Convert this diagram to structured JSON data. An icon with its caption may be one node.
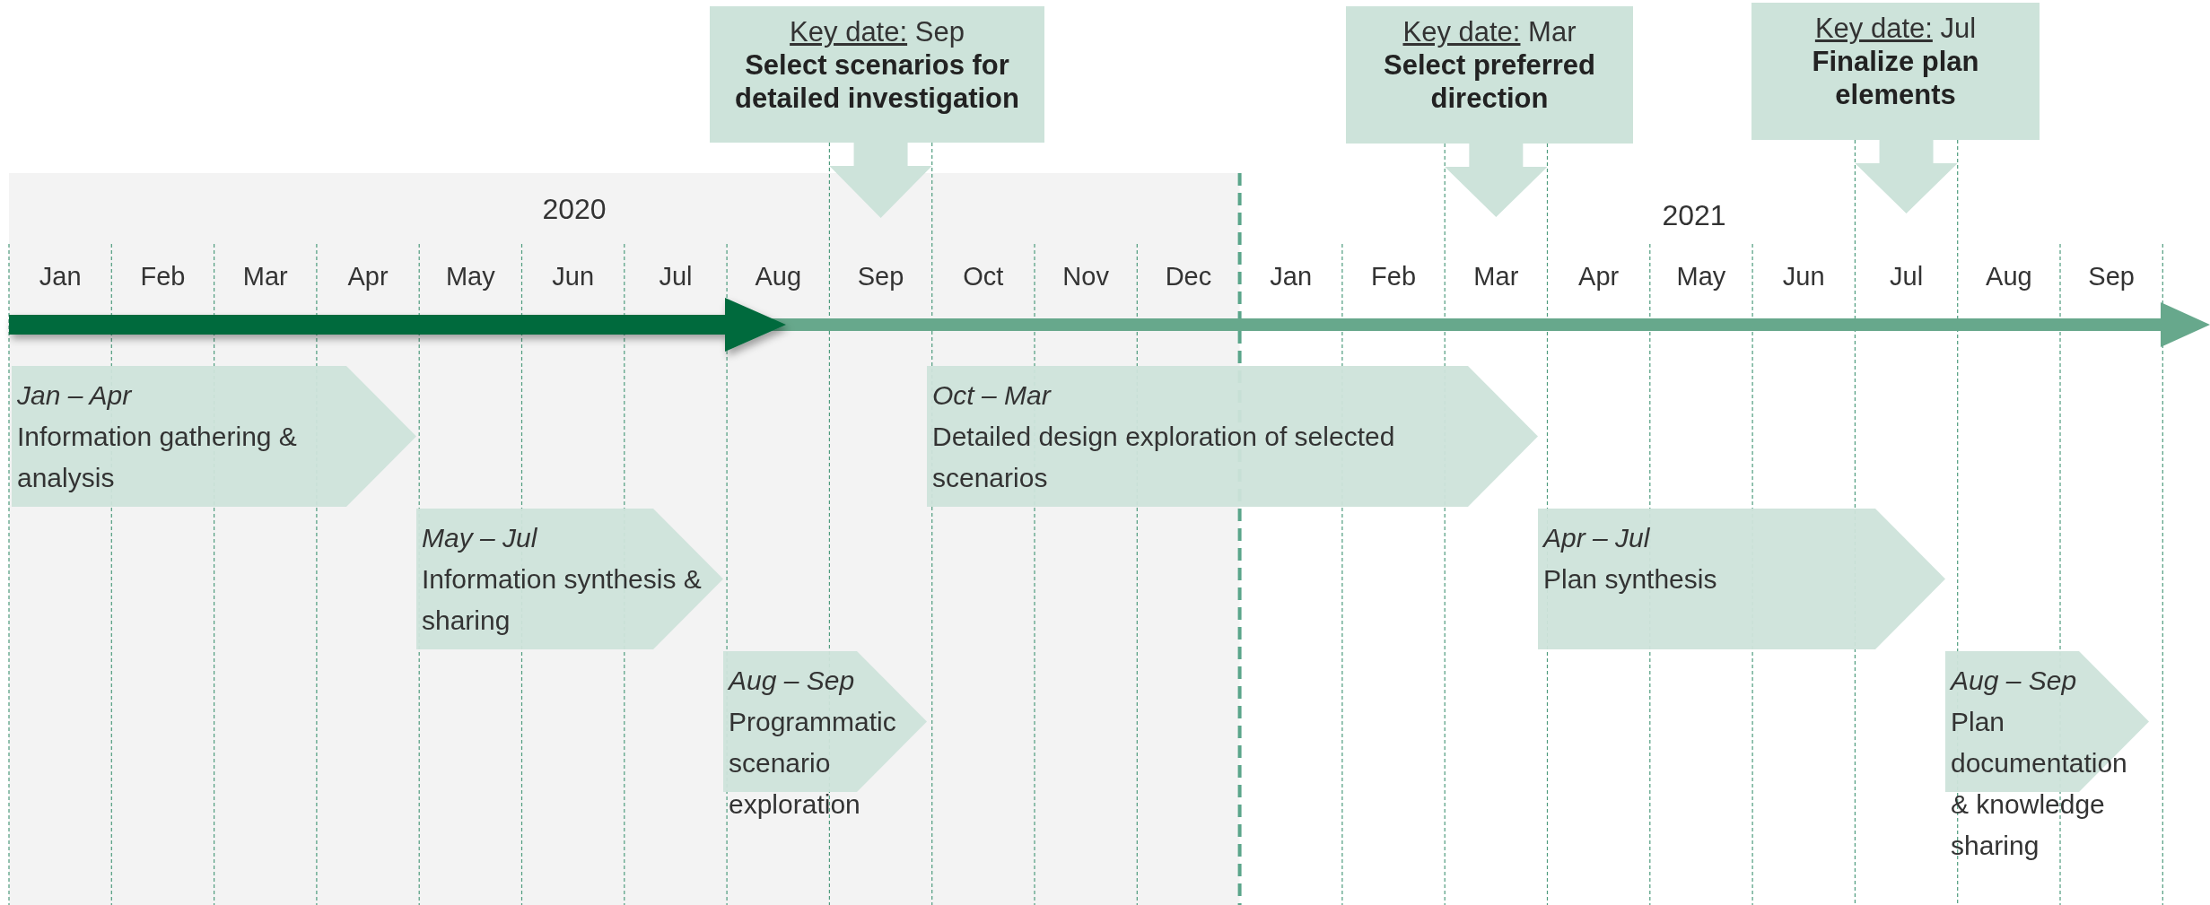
{
  "diagram": {
    "nodes": [
      {
        "text": [
          "Key date:",
          "Sep",
          "Select scenarios for detailed investigation"
        ]
      },
      {
        "text": [
          "Key date:",
          "Mar",
          "Select preferred direction"
        ]
      },
      {
        "text": [
          "Key date:",
          "Jul",
          "Finalize plan elements"
        ]
      },
      {
        "text": [
          "Jan – Apr",
          "Information gathering & analysis"
        ]
      },
      {
        "text": [
          "May – Jul",
          "Information synthesis & sharing"
        ]
      },
      {
        "text": [
          "Aug – Sep",
          "Programmatic scenario exploration"
        ]
      },
      {
        "text": [
          "Oct – Mar",
          "Detailed design exploration of selected scenarios"
        ]
      },
      {
        "text": [
          "Apr – Jul",
          "Plan synthesis"
        ]
      },
      {
        "text": [
          "Aug – Sep",
          "Plan documentation & knowledge sharing"
        ]
      }
    ],
    "labels": [
      "2020",
      "2021",
      "Jan",
      "Feb",
      "Mar",
      "Apr",
      "May",
      "Jun",
      "Jul",
      "Aug",
      "Sep",
      "Oct",
      "Nov",
      "Dec",
      "Jan",
      "Feb",
      "Mar",
      "Apr",
      "May",
      "Jun",
      "Jul",
      "Aug",
      "Sep"
    ]
  }
}
